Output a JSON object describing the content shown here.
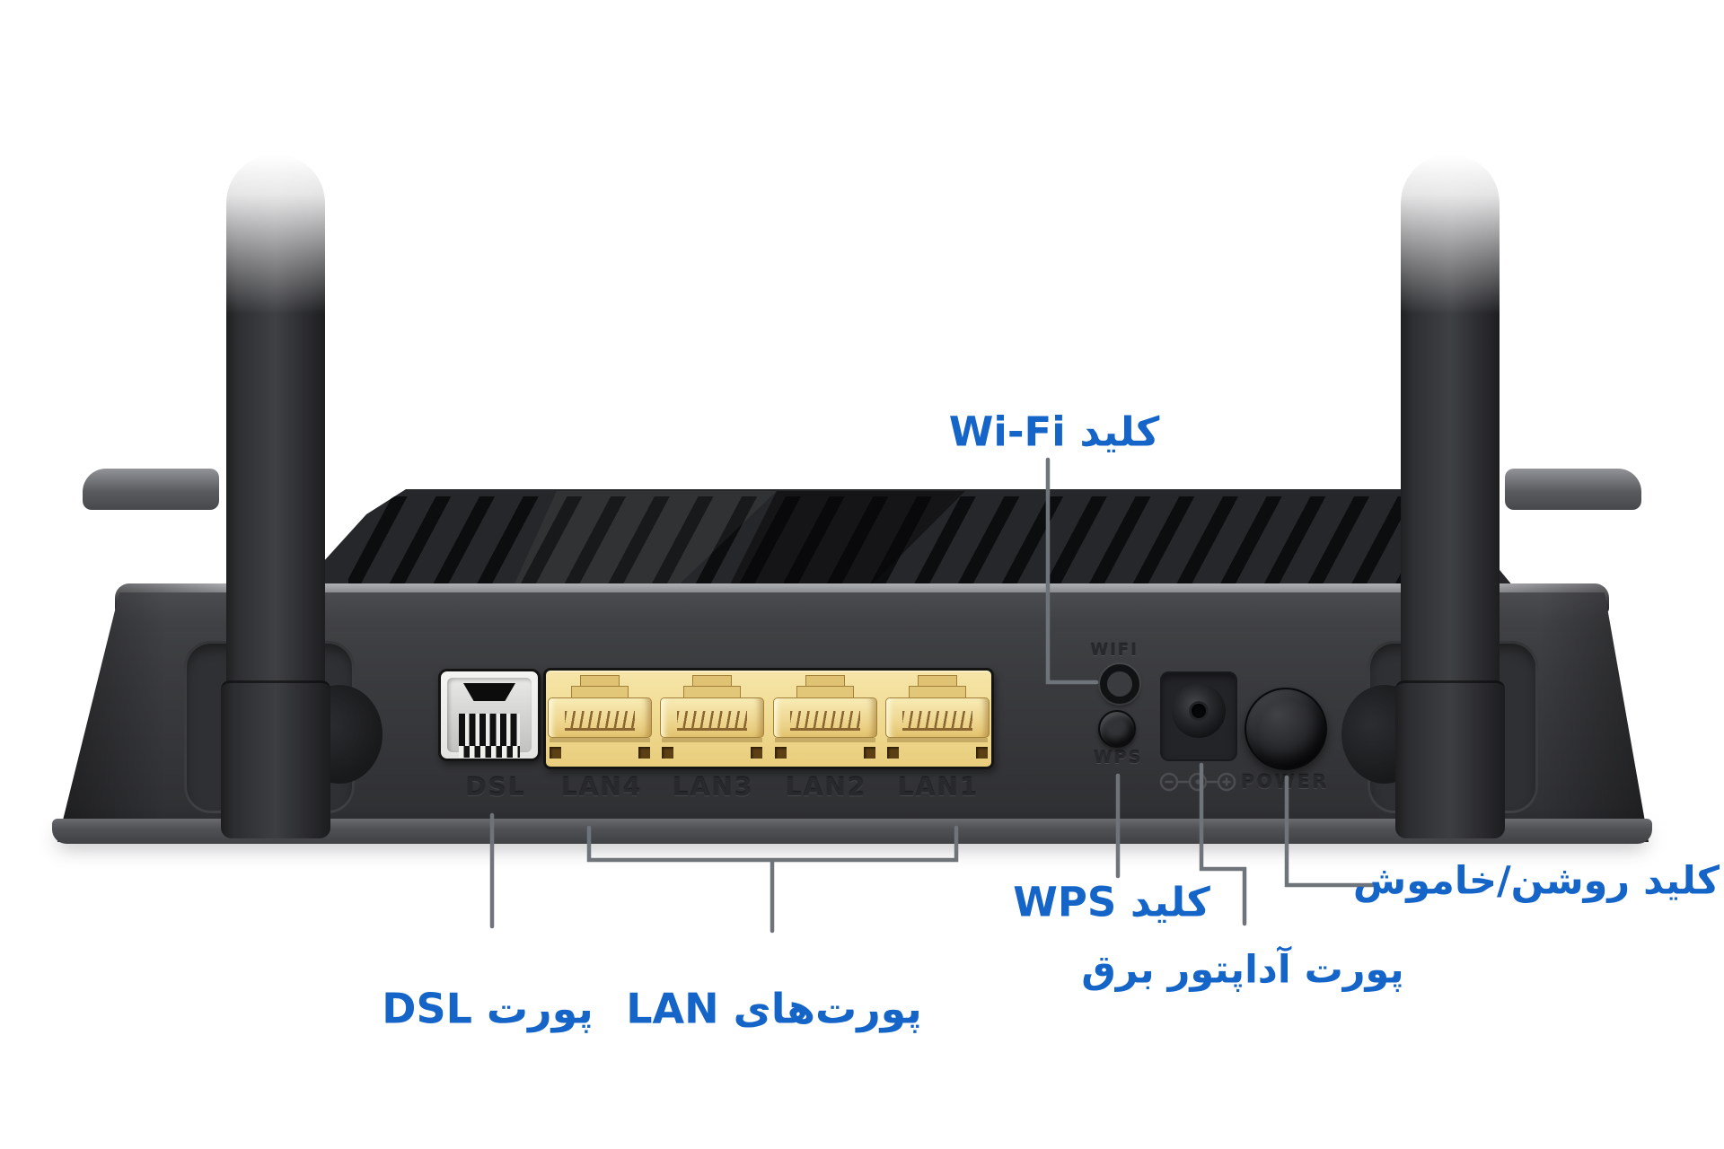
{
  "title": "ADSL modem router rear panel diagram",
  "colors": {
    "background": "#ffffff",
    "label_blue": "#1565c8",
    "callout_line_gray": "#6f747a",
    "body_dark": "#353639",
    "lan_yellow": "#f0d98c",
    "dsl_bezel": "#ececea"
  },
  "callout_labels": {
    "wifi_button": "کلید Wi-Fi",
    "dsl_port": "پورت DSL",
    "lan_ports": "پورت‌های LAN",
    "wps_button": "کلید WPS",
    "power_adapter_port": "پورت آداپتور برق",
    "power_switch": "کلید روشن/خاموش"
  },
  "engraved_labels": {
    "dsl": "DSL",
    "lan4": "LAN4",
    "lan3": "LAN3",
    "lan2": "LAN2",
    "lan1": "LAN1",
    "wifi": "WIFI",
    "wps": "WPS",
    "power": "POWER"
  },
  "icons": {
    "dc_polarity": "dc-polarity-icon"
  }
}
